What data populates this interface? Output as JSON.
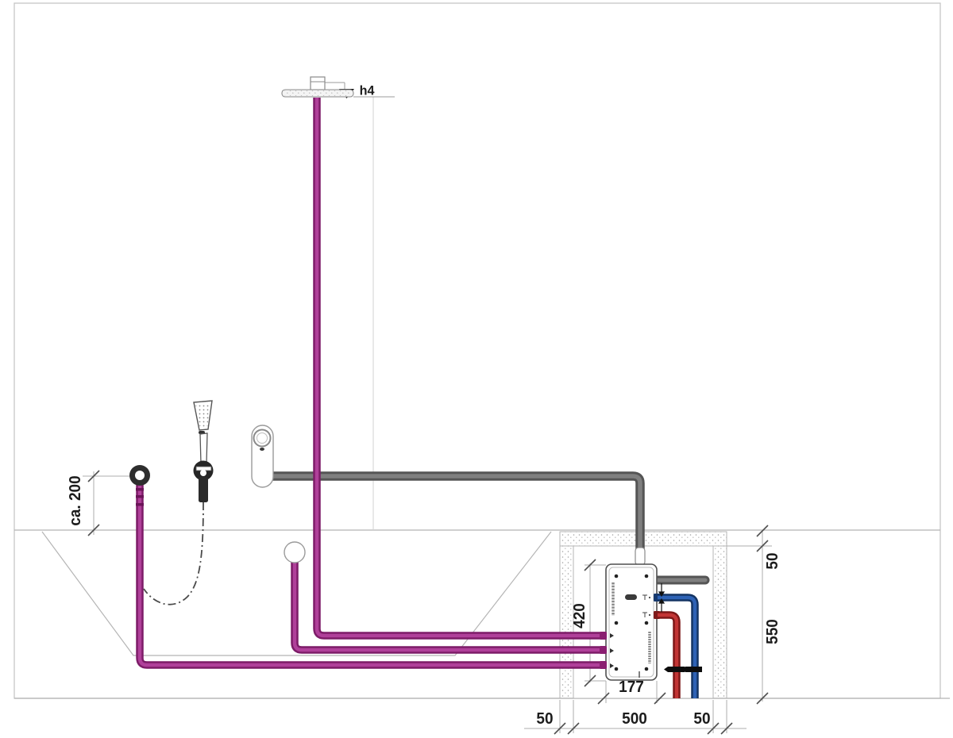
{
  "drawing": {
    "type": "shower-installation-technical-diagram",
    "labels": {
      "height_ref": "h4",
      "hose_outlet_offset": "ca. 200"
    },
    "dimensions": {
      "valve_unit_height": "420",
      "valve_unit_width": "177",
      "niche_top_margin": "50",
      "niche_height": "550",
      "niche_left_margin": "50",
      "niche_width": "500",
      "niche_right_margin": "50"
    },
    "colors": {
      "mixed_water_pipe": "#9C2588",
      "spout_gray_pipe": "#6A6A6A",
      "cold_water_pipe": "#1E4F9E",
      "hot_water_pipe": "#B22B2B",
      "valve_symbol": "#0D0D0D",
      "outline_gray": "#B5B5B5",
      "text": "#1C1C1C"
    },
    "icons": [
      "overhead-shower-icon",
      "hand-shower-icon",
      "hose-outlet-elbow-icon",
      "wall-outlet-unit-icon",
      "tub-connection-circle-icon",
      "valve-unit-box-icon",
      "shutoff-valve-icon",
      "height-datum-triangle-icon"
    ]
  }
}
